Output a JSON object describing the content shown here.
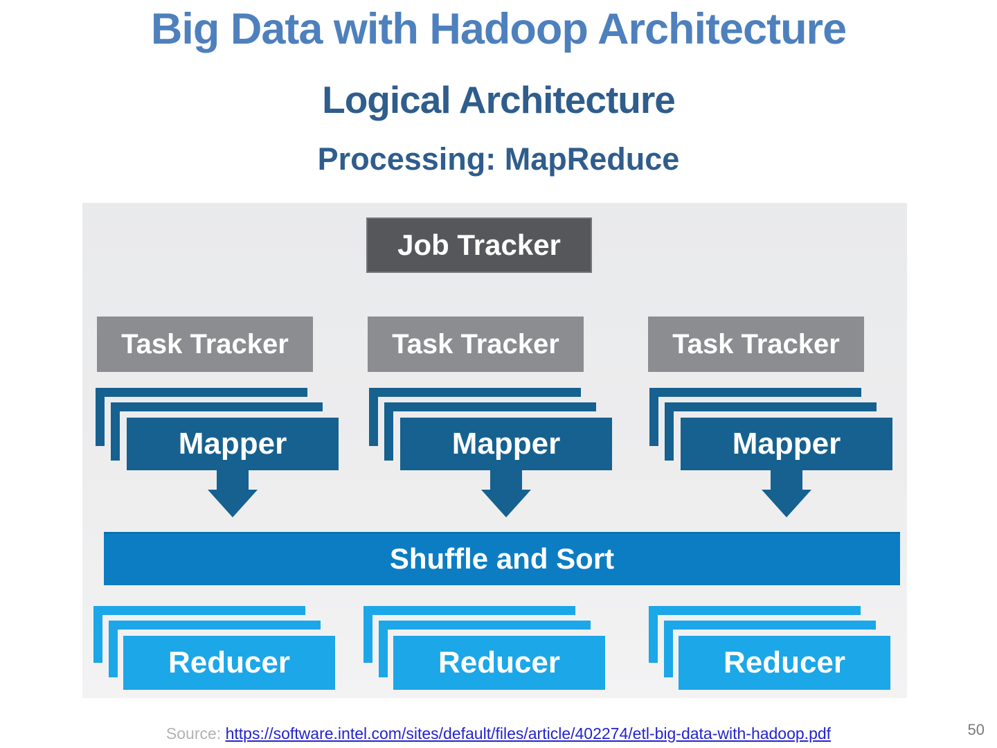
{
  "slide": {
    "title": "Big Data with Hadoop Architecture",
    "subtitle": "Logical Architecture",
    "section": "Processing: MapReduce",
    "source_label": "Source:",
    "source_url": "https://software.intel.com/sites/default/files/article/402274/etl-big-data-with-hadoop.pdf",
    "page_number": "50"
  },
  "diagram": {
    "job_tracker_label": "Job Tracker",
    "task_trackers": [
      "Task Tracker",
      "Task Tracker",
      "Task Tracker"
    ],
    "mappers": [
      "Mapper",
      "Mapper",
      "Mapper"
    ],
    "shuffle_label": "Shuffle and Sort",
    "reducers": [
      "Reducer",
      "Reducer",
      "Reducer"
    ]
  },
  "colors": {
    "title_primary": "#4e80bd",
    "title_secondary": "#2f5d8c",
    "job_tracker_bg": "#55575a",
    "task_tracker_bg": "#8b8d90",
    "mapper_bg": "#16618f",
    "shuffle_bg": "#0c7dc3",
    "reducer_bg": "#1ca7e8",
    "diagram_bg": "#ebecee",
    "link": "#2323cd",
    "source_muted": "#b2b2b2",
    "page_number": "#7a7a7a"
  }
}
